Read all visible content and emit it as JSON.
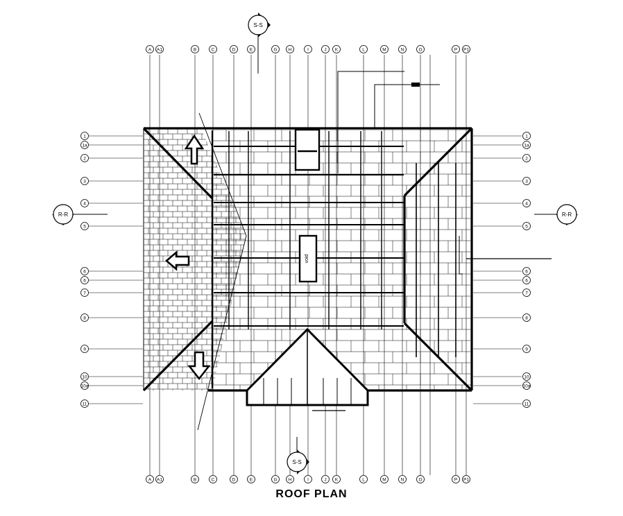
{
  "title": "ROOF PLAN",
  "grid_columns": [
    "A",
    "A1",
    "B",
    "C",
    "D",
    "E",
    "G",
    "H",
    "I",
    "J",
    "K",
    "L",
    "M",
    "N",
    "O",
    "P",
    "P1"
  ],
  "grid_rows": [
    "1",
    "1a",
    "2",
    "3",
    "4",
    "5",
    "6",
    "6",
    "7",
    "8",
    "9",
    "10",
    "10a",
    "11"
  ],
  "section_markers": {
    "top": "S-S",
    "bottom": "S-S",
    "left": "R-R",
    "right": "R-R"
  },
  "void_label": "void",
  "direction_label": "UP",
  "colors": {
    "ink": "#000000",
    "paper": "#ffffff"
  }
}
